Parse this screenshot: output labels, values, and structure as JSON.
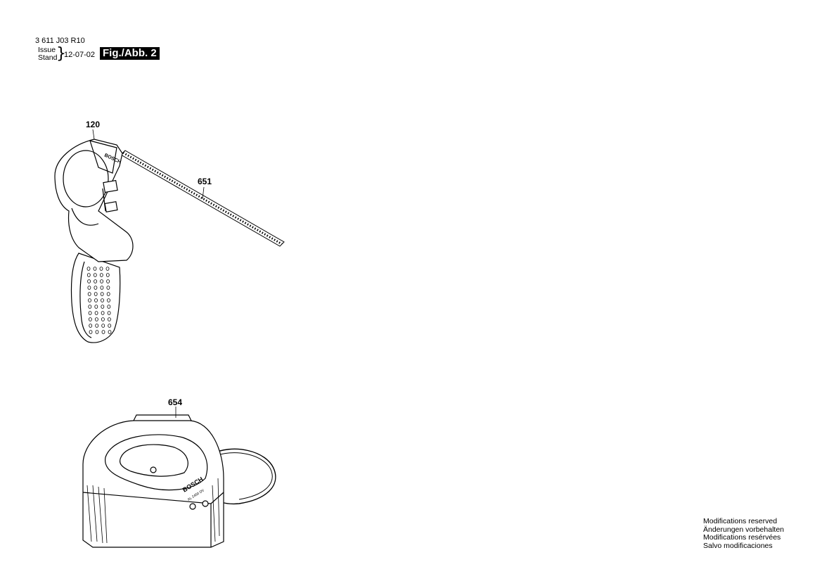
{
  "header": {
    "part_number": "3 611 J03 R10",
    "issue_label": "Issue",
    "stand_label": "Stand",
    "date": "12-07-02",
    "figure_label": "Fig./Abb. 2"
  },
  "callouts": {
    "handle": "120",
    "blade": "651",
    "charger": "654"
  },
  "charger_markings": {
    "brand": "BOSCH",
    "model": "AL 2450 DV"
  },
  "handle_markings": {
    "brand": "BOSCH"
  },
  "modifications": [
    "Modifications reserved",
    "Änderungen vorbehalten",
    "Modifications resérvées",
    "Salvo modificaciones"
  ]
}
